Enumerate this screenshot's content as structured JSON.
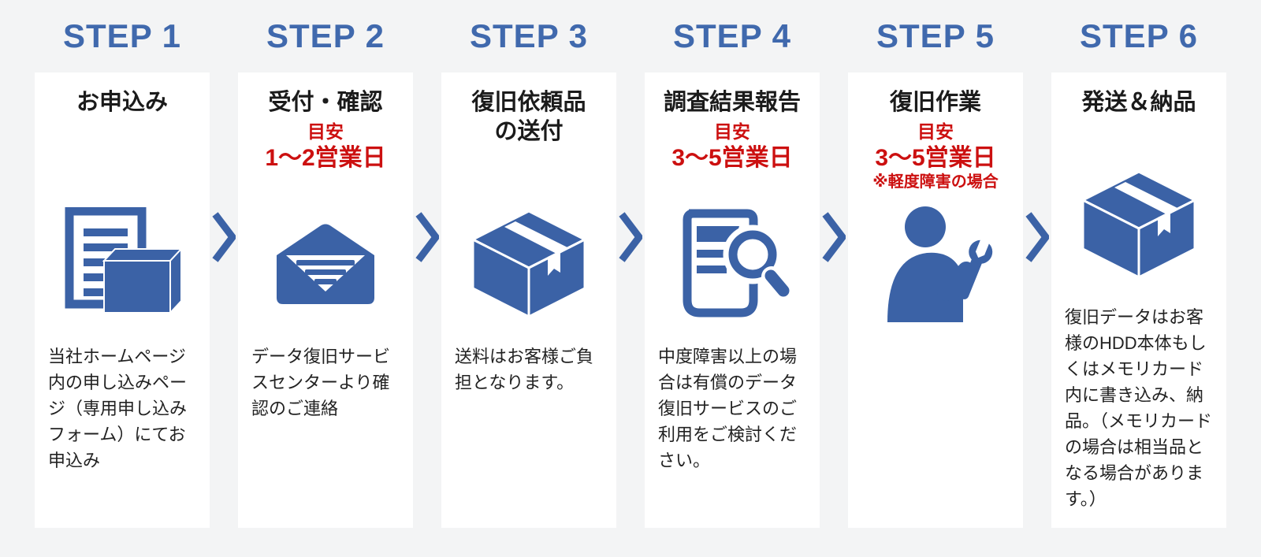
{
  "colors": {
    "step_blue": "#4069ad",
    "icon_blue": "#3b62a6",
    "red": "#cc1010",
    "text": "#222222",
    "bg": "#f3f4f5",
    "card": "#ffffff"
  },
  "steps": [
    {
      "label": "STEP 1",
      "title": "お申込み",
      "icon": "document-hdd",
      "body": "当社ホームページ内の申し込みページ（専用申し込みフォーム）にてお申込み"
    },
    {
      "label": "STEP 2",
      "title": "受付・確認",
      "estimate_label": "目安",
      "estimate": "1～2営業日",
      "icon": "envelope",
      "body": "データ復旧サービスセンターより確認のご連絡"
    },
    {
      "label": "STEP 3",
      "title": "復旧依頼品\nの送付",
      "icon": "package",
      "body": "送料はお客様ご負担となります。"
    },
    {
      "label": "STEP 4",
      "title": "調査結果報告",
      "estimate_label": "目安",
      "estimate": "3～5営業日",
      "icon": "report-magnifier",
      "body": "中度障害以上の場合は有償のデータ復旧サービスのご利用をご検討ください。"
    },
    {
      "label": "STEP 5",
      "title": "復旧作業",
      "estimate_label": "目安",
      "estimate": "3～5営業日",
      "estimate_note": "※軽度障害の場合",
      "icon": "worker-wrench",
      "body": ""
    },
    {
      "label": "STEP 6",
      "title": "発送＆納品",
      "icon": "package",
      "body": "復旧データはお客様のHDD本体もしくはメモリカード内に書き込み、納品。（メモリカードの場合は相当品となる場合があります。）"
    }
  ]
}
